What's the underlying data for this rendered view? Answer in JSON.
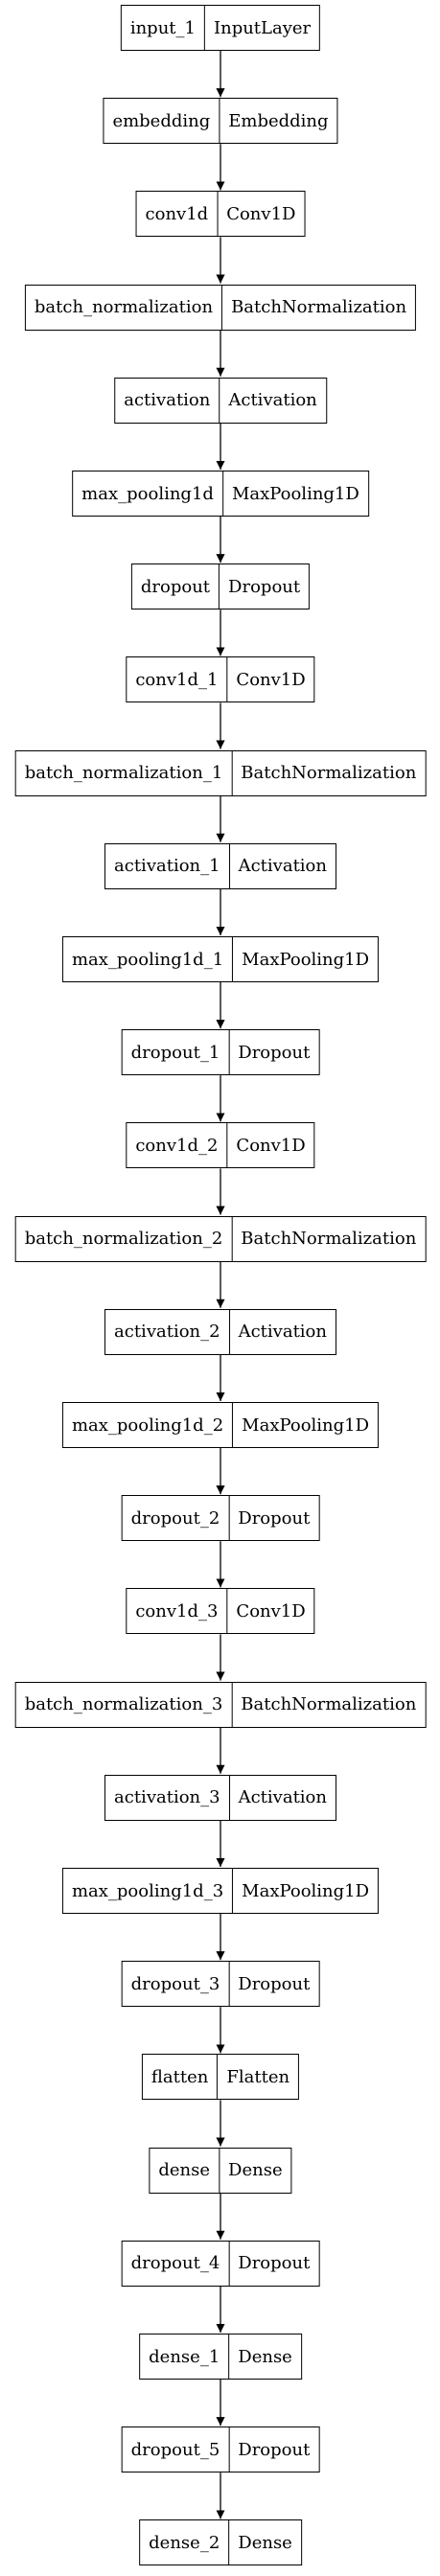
{
  "layers": [
    {
      "name": "input_1",
      "type": "InputLayer"
    },
    {
      "name": "embedding",
      "type": "Embedding"
    },
    {
      "name": "conv1d",
      "type": "Conv1D"
    },
    {
      "name": "batch_normalization",
      "type": "BatchNormalization"
    },
    {
      "name": "activation",
      "type": "Activation"
    },
    {
      "name": "max_pooling1d",
      "type": "MaxPooling1D"
    },
    {
      "name": "dropout",
      "type": "Dropout"
    },
    {
      "name": "conv1d_1",
      "type": "Conv1D"
    },
    {
      "name": "batch_normalization_1",
      "type": "BatchNormalization"
    },
    {
      "name": "activation_1",
      "type": "Activation"
    },
    {
      "name": "max_pooling1d_1",
      "type": "MaxPooling1D"
    },
    {
      "name": "dropout_1",
      "type": "Dropout"
    },
    {
      "name": "conv1d_2",
      "type": "Conv1D"
    },
    {
      "name": "batch_normalization_2",
      "type": "BatchNormalization"
    },
    {
      "name": "activation_2",
      "type": "Activation"
    },
    {
      "name": "max_pooling1d_2",
      "type": "MaxPooling1D"
    },
    {
      "name": "dropout_2",
      "type": "Dropout"
    },
    {
      "name": "conv1d_3",
      "type": "Conv1D"
    },
    {
      "name": "batch_normalization_3",
      "type": "BatchNormalization"
    },
    {
      "name": "activation_3",
      "type": "Activation"
    },
    {
      "name": "max_pooling1d_3",
      "type": "MaxPooling1D"
    },
    {
      "name": "dropout_3",
      "type": "Dropout"
    },
    {
      "name": "flatten",
      "type": "Flatten"
    },
    {
      "name": "dense",
      "type": "Dense"
    },
    {
      "name": "dropout_4",
      "type": "Dropout"
    },
    {
      "name": "dense_1",
      "type": "Dense"
    },
    {
      "name": "dropout_5",
      "type": "Dropout"
    },
    {
      "name": "dense_2",
      "type": "Dense"
    }
  ]
}
